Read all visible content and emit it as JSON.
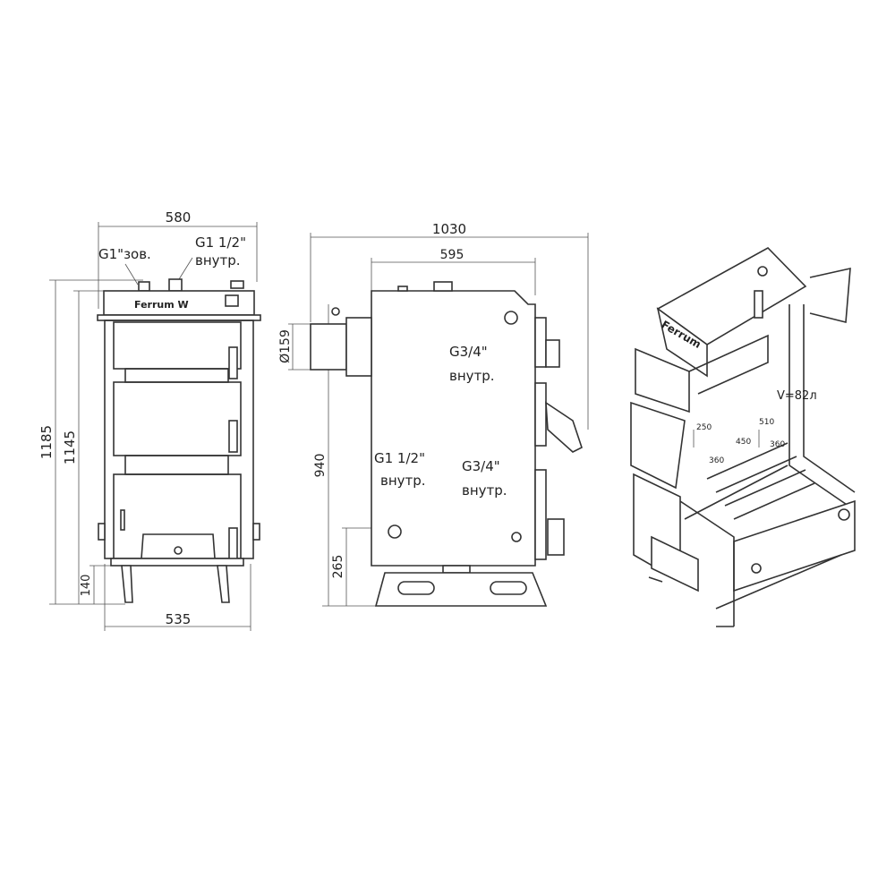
{
  "front_view": {
    "width_total": "580",
    "width_body": "535",
    "height_total": "1185",
    "height_body": "1145",
    "leg_height": "140",
    "outlet_label_1": "G1\"зов.",
    "outlet_label_2a": "G1 1/2\"",
    "outlet_label_2b": "внутр.",
    "brand": "Ferrum W"
  },
  "side_view": {
    "depth_total": "1030",
    "depth_body": "595",
    "flue_diameter": "Ø159",
    "height_inlet": "940",
    "height_return": "265",
    "port_top_a": "G3/4\"",
    "port_top_b": "внутр.",
    "port_left_a": "G1 1/2\"",
    "port_left_b": "внутр.",
    "port_right_a": "G3/4\"",
    "port_right_b": "внутр."
  },
  "iso_view": {
    "brand": "Ferrum",
    "volume": "V=82л",
    "dim_250": "250",
    "dim_360a": "360",
    "dim_450": "450",
    "dim_510": "510",
    "dim_360b": "360"
  }
}
